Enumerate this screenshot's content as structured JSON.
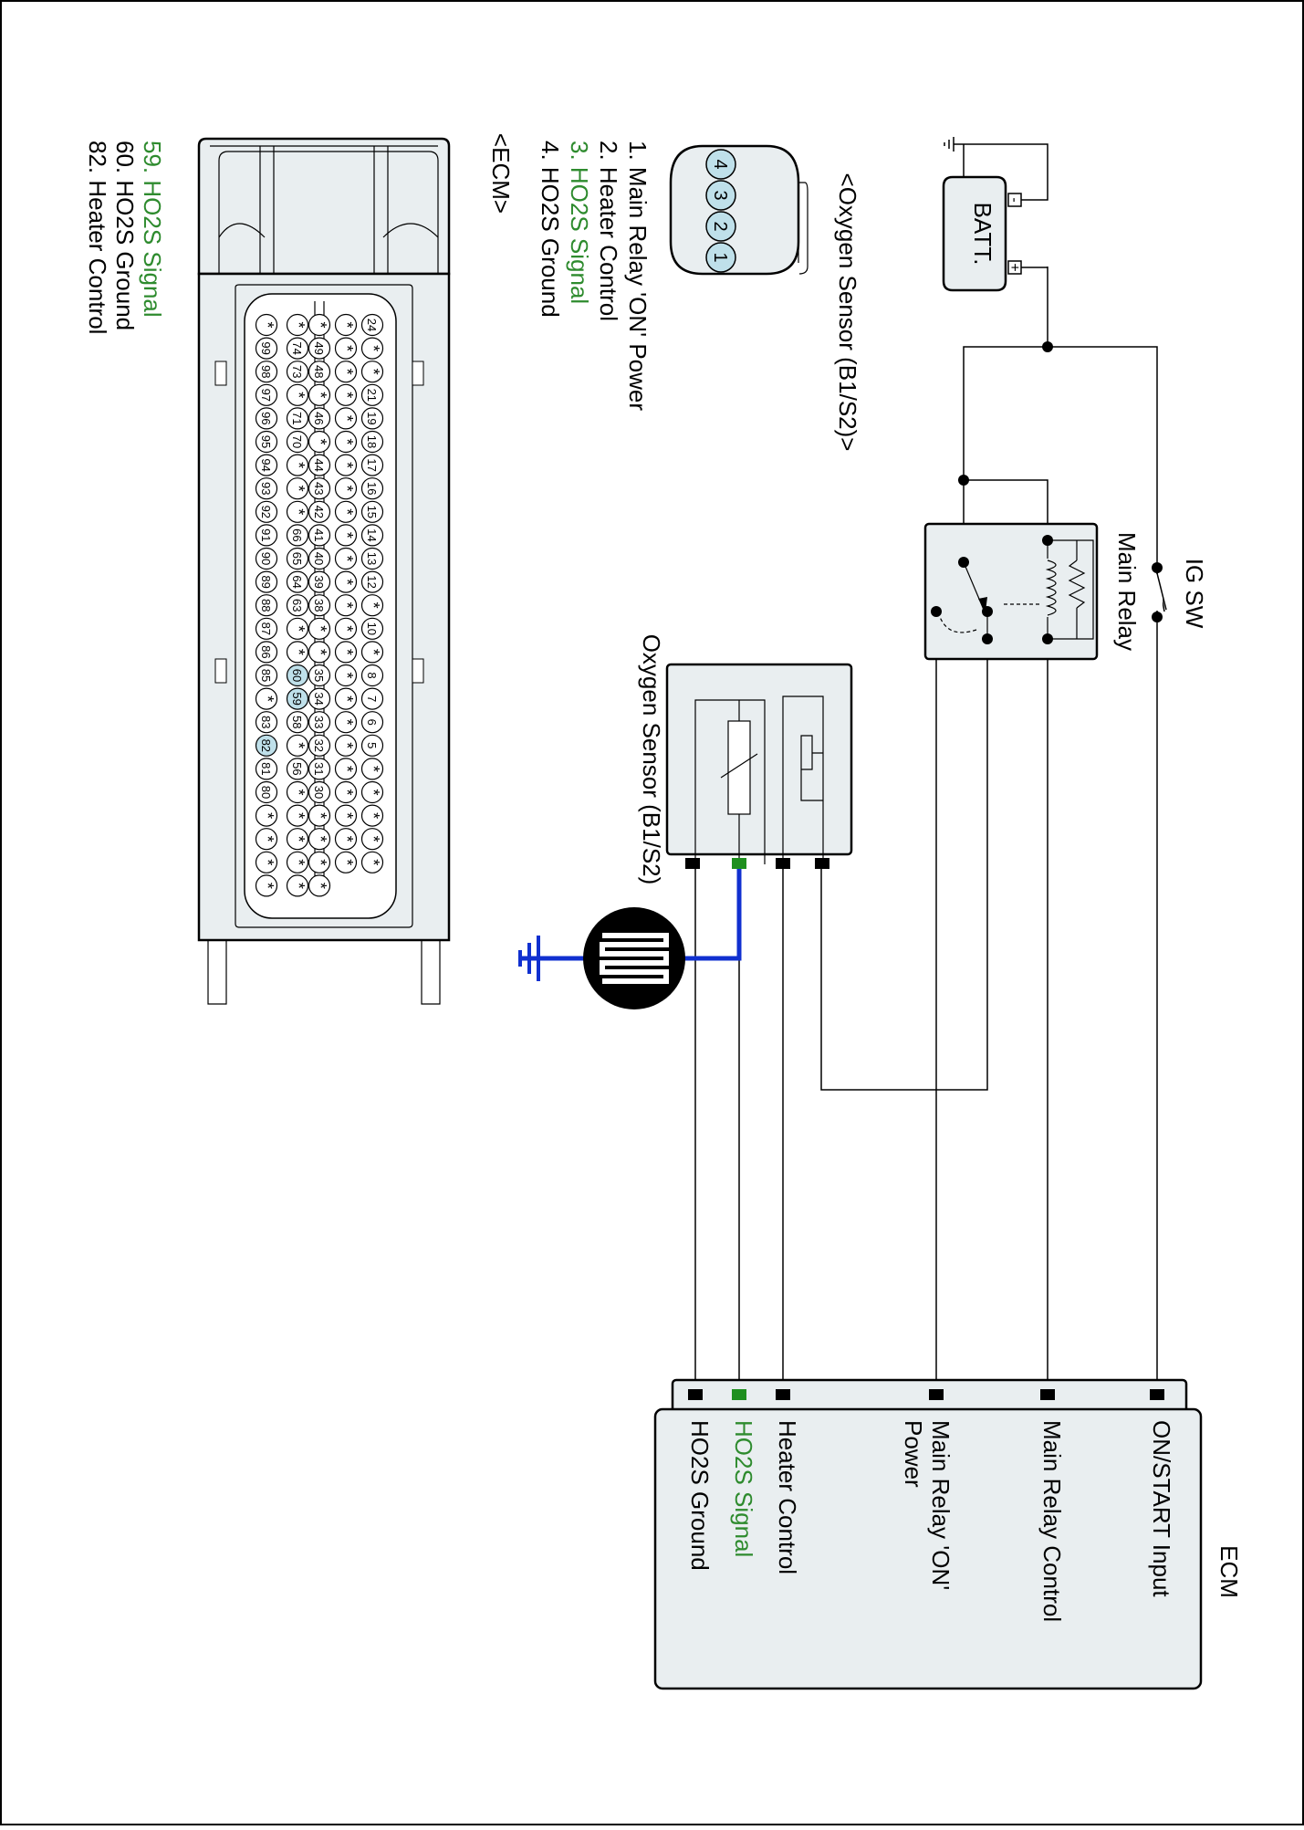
{
  "colors": {
    "wire": "#000000",
    "signal_text": "#2e8b2e",
    "ground_wire": "#1030d0",
    "pin_highlight": "#bfe0ea",
    "component_fill": "#e9eef0",
    "ecm_pin_signal": "#1f8f1f"
  },
  "battery": {
    "label": "BATT.",
    "minus": "-",
    "plus": "+"
  },
  "ig_switch": {
    "label": "IG SW"
  },
  "main_relay": {
    "label": "Main Relay"
  },
  "sensor": {
    "label": "Oxygen Sensor (B1/S2)"
  },
  "ecm": {
    "title": "ECM",
    "pins": [
      {
        "label": "ON/START Input",
        "signal": false
      },
      {
        "label": "Main Relay Control",
        "signal": false
      },
      {
        "label": "Main Relay 'ON' Power",
        "signal": false
      },
      {
        "label": "Heater Control",
        "signal": false
      },
      {
        "label": "HO2S  Signal",
        "signal": true
      },
      {
        "label": "HO2S  Ground",
        "signal": false
      }
    ]
  },
  "sensor_connector": {
    "title": "<Oxygen Sensor (B1/S2)>",
    "pins": [
      "1",
      "2",
      "3",
      "4"
    ],
    "legend": [
      {
        "text": "1. Main Relay 'ON' Power",
        "signal": false
      },
      {
        "text": "2. Heater Control",
        "signal": false
      },
      {
        "text": "3. HO2S  Signal",
        "signal": true
      },
      {
        "text": "4. HO2S  Ground",
        "signal": false
      }
    ]
  },
  "ecm_connector": {
    "title": "<ECM>",
    "legend": [
      {
        "text": "59. HO2S  Signal",
        "signal": true
      },
      {
        "text": "60. HO2S  Ground",
        "signal": false
      },
      {
        "text": "82. Heater Control",
        "signal": false
      }
    ],
    "highlighted_pins": [
      "59",
      "60",
      "82"
    ],
    "rows": [
      [
        "24",
        "*",
        "*",
        "21",
        "19",
        "18",
        "17",
        "16",
        "15",
        "14",
        "13",
        "12",
        "*",
        "10",
        "*",
        "8",
        "7",
        "6",
        "5",
        "*",
        "*",
        "*",
        "*",
        "*"
      ],
      [
        "*",
        "*",
        "*",
        "*",
        "*",
        "*",
        "*",
        "*",
        "*",
        "*",
        "*",
        "*",
        "*",
        "*",
        "*",
        "*",
        "*",
        "*",
        "*",
        "*",
        "*",
        "*",
        "*",
        "*"
      ],
      [
        "*",
        "49",
        "48",
        "*",
        "46",
        "*",
        "44",
        "43",
        "42",
        "41",
        "40",
        "39",
        "38",
        "*",
        "*",
        "35",
        "34",
        "33",
        "32",
        "31",
        "30",
        "*",
        "*",
        "*",
        "*"
      ],
      [
        "*",
        "74",
        "73",
        "*",
        "71",
        "70",
        "*",
        "*",
        "*",
        "66",
        "65",
        "64",
        "63",
        "*",
        "*",
        "60",
        "59",
        "58",
        "*",
        "56",
        "*",
        "*",
        "*",
        "*",
        "*"
      ],
      [
        "*",
        "99",
        "98",
        "97",
        "96",
        "95",
        "94",
        "93",
        "92",
        "91",
        "90",
        "89",
        "88",
        "87",
        "86",
        "85",
        "*",
        "83",
        "82",
        "81",
        "80",
        "*",
        "*",
        "*",
        "*"
      ]
    ]
  }
}
